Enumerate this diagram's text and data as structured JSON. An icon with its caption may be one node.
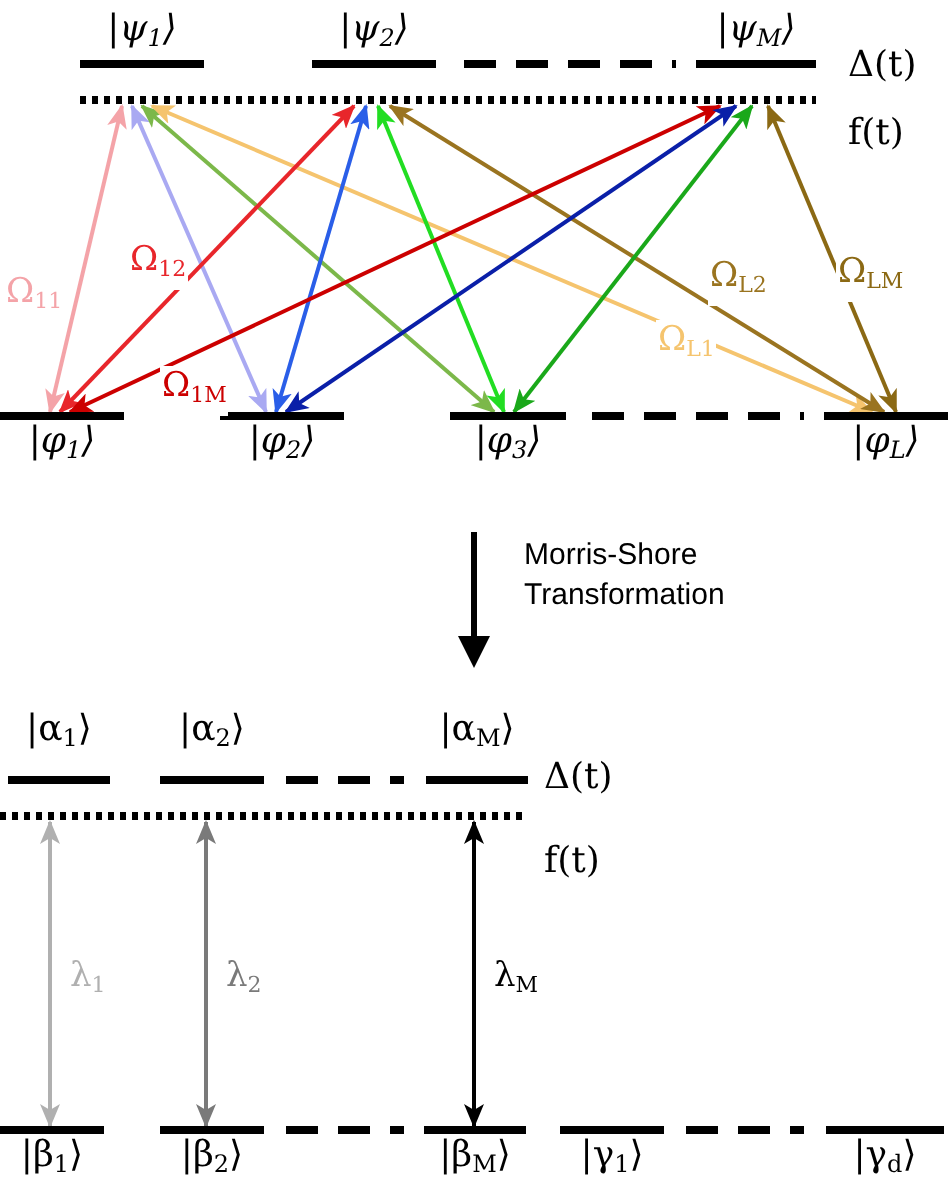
{
  "diagram": {
    "nodes": [
      {
        "text": [
          "|ψ$_{1}$⟩"
        ]
      },
      {
        "text": [
          "|ψ$_{2}$⟩"
        ]
      },
      {
        "text": [
          "|ψ$_{M}$⟩"
        ]
      },
      {
        "text": [
          "|φ$_{1}$⟩"
        ]
      },
      {
        "text": [
          "|φ$_{2}$⟩"
        ]
      },
      {
        "text": [
          "|φ$_{3}$⟩"
        ]
      },
      {
        "text": [
          "|φ$_{L}$⟩"
        ]
      },
      {
        "text": [
          "|α$_{1}$⟩"
        ]
      },
      {
        "text": [
          "|α$_{2}$⟩"
        ]
      },
      {
        "text": [
          "|α$_{M}$⟩"
        ]
      },
      {
        "text": [
          "|β$_{1}$⟩"
        ]
      },
      {
        "text": [
          "|β$_{2}$⟩"
        ]
      },
      {
        "text": [
          "|β$_{M}$⟩"
        ]
      },
      {
        "text": [
          "|γ$_{1}$⟩"
        ]
      },
      {
        "text": [
          "|γ$_{d}$⟩"
        ]
      }
    ],
    "edges": [
      {
        "from": 3,
        "to": 0,
        "arrow": "both",
        "color": "#f4a3a8",
        "label": "Ω$_{11}$"
      },
      {
        "from": 4,
        "to": 0,
        "arrow": "both",
        "color": "#a9a9f2"
      },
      {
        "from": 5,
        "to": 0,
        "arrow": "both",
        "color": "#7cb84a"
      },
      {
        "from": 6,
        "to": 0,
        "arrow": "both",
        "color": "#f5c46e",
        "label": "Ω$_{L1}$"
      },
      {
        "from": 3,
        "to": 1,
        "arrow": "both",
        "color": "#e8262b",
        "label": "Ω$_{12}$"
      },
      {
        "from": 4,
        "to": 1,
        "arrow": "both",
        "color": "#2a5ee8"
      },
      {
        "from": 5,
        "to": 1,
        "arrow": "both",
        "color": "#22dd22"
      },
      {
        "from": 6,
        "to": 1,
        "arrow": "both",
        "color": "#9a7420",
        "label": "Ω$_{L2}$"
      },
      {
        "from": 3,
        "to": 2,
        "arrow": "both",
        "color": "#cc0000",
        "label": "Ω$_{1M}$"
      },
      {
        "from": 4,
        "to": 2,
        "arrow": "both",
        "color": "#0a1fa8"
      },
      {
        "from": 5,
        "to": 2,
        "arrow": "both",
        "color": "#1aa81a"
      },
      {
        "from": 6,
        "to": 2,
        "arrow": "both",
        "color": "#8b6914",
        "label": "Ω$_{LM}$"
      },
      {
        "from": 10,
        "to": 7,
        "arrow": "both",
        "color": "#b0b0b0",
        "label": "λ$_{1}$"
      },
      {
        "from": 11,
        "to": 8,
        "arrow": "both",
        "color": "#7a7a7a",
        "label": "λ$_{2}$"
      },
      {
        "from": 12,
        "to": 9,
        "arrow": "both",
        "color": "#000000",
        "label": "λ$_{M}$"
      }
    ],
    "labels": [
      "Δ(t)",
      "f(t)",
      "Morris-Shore Transformation",
      "Δ(t)",
      "f(t)"
    ]
  }
}
